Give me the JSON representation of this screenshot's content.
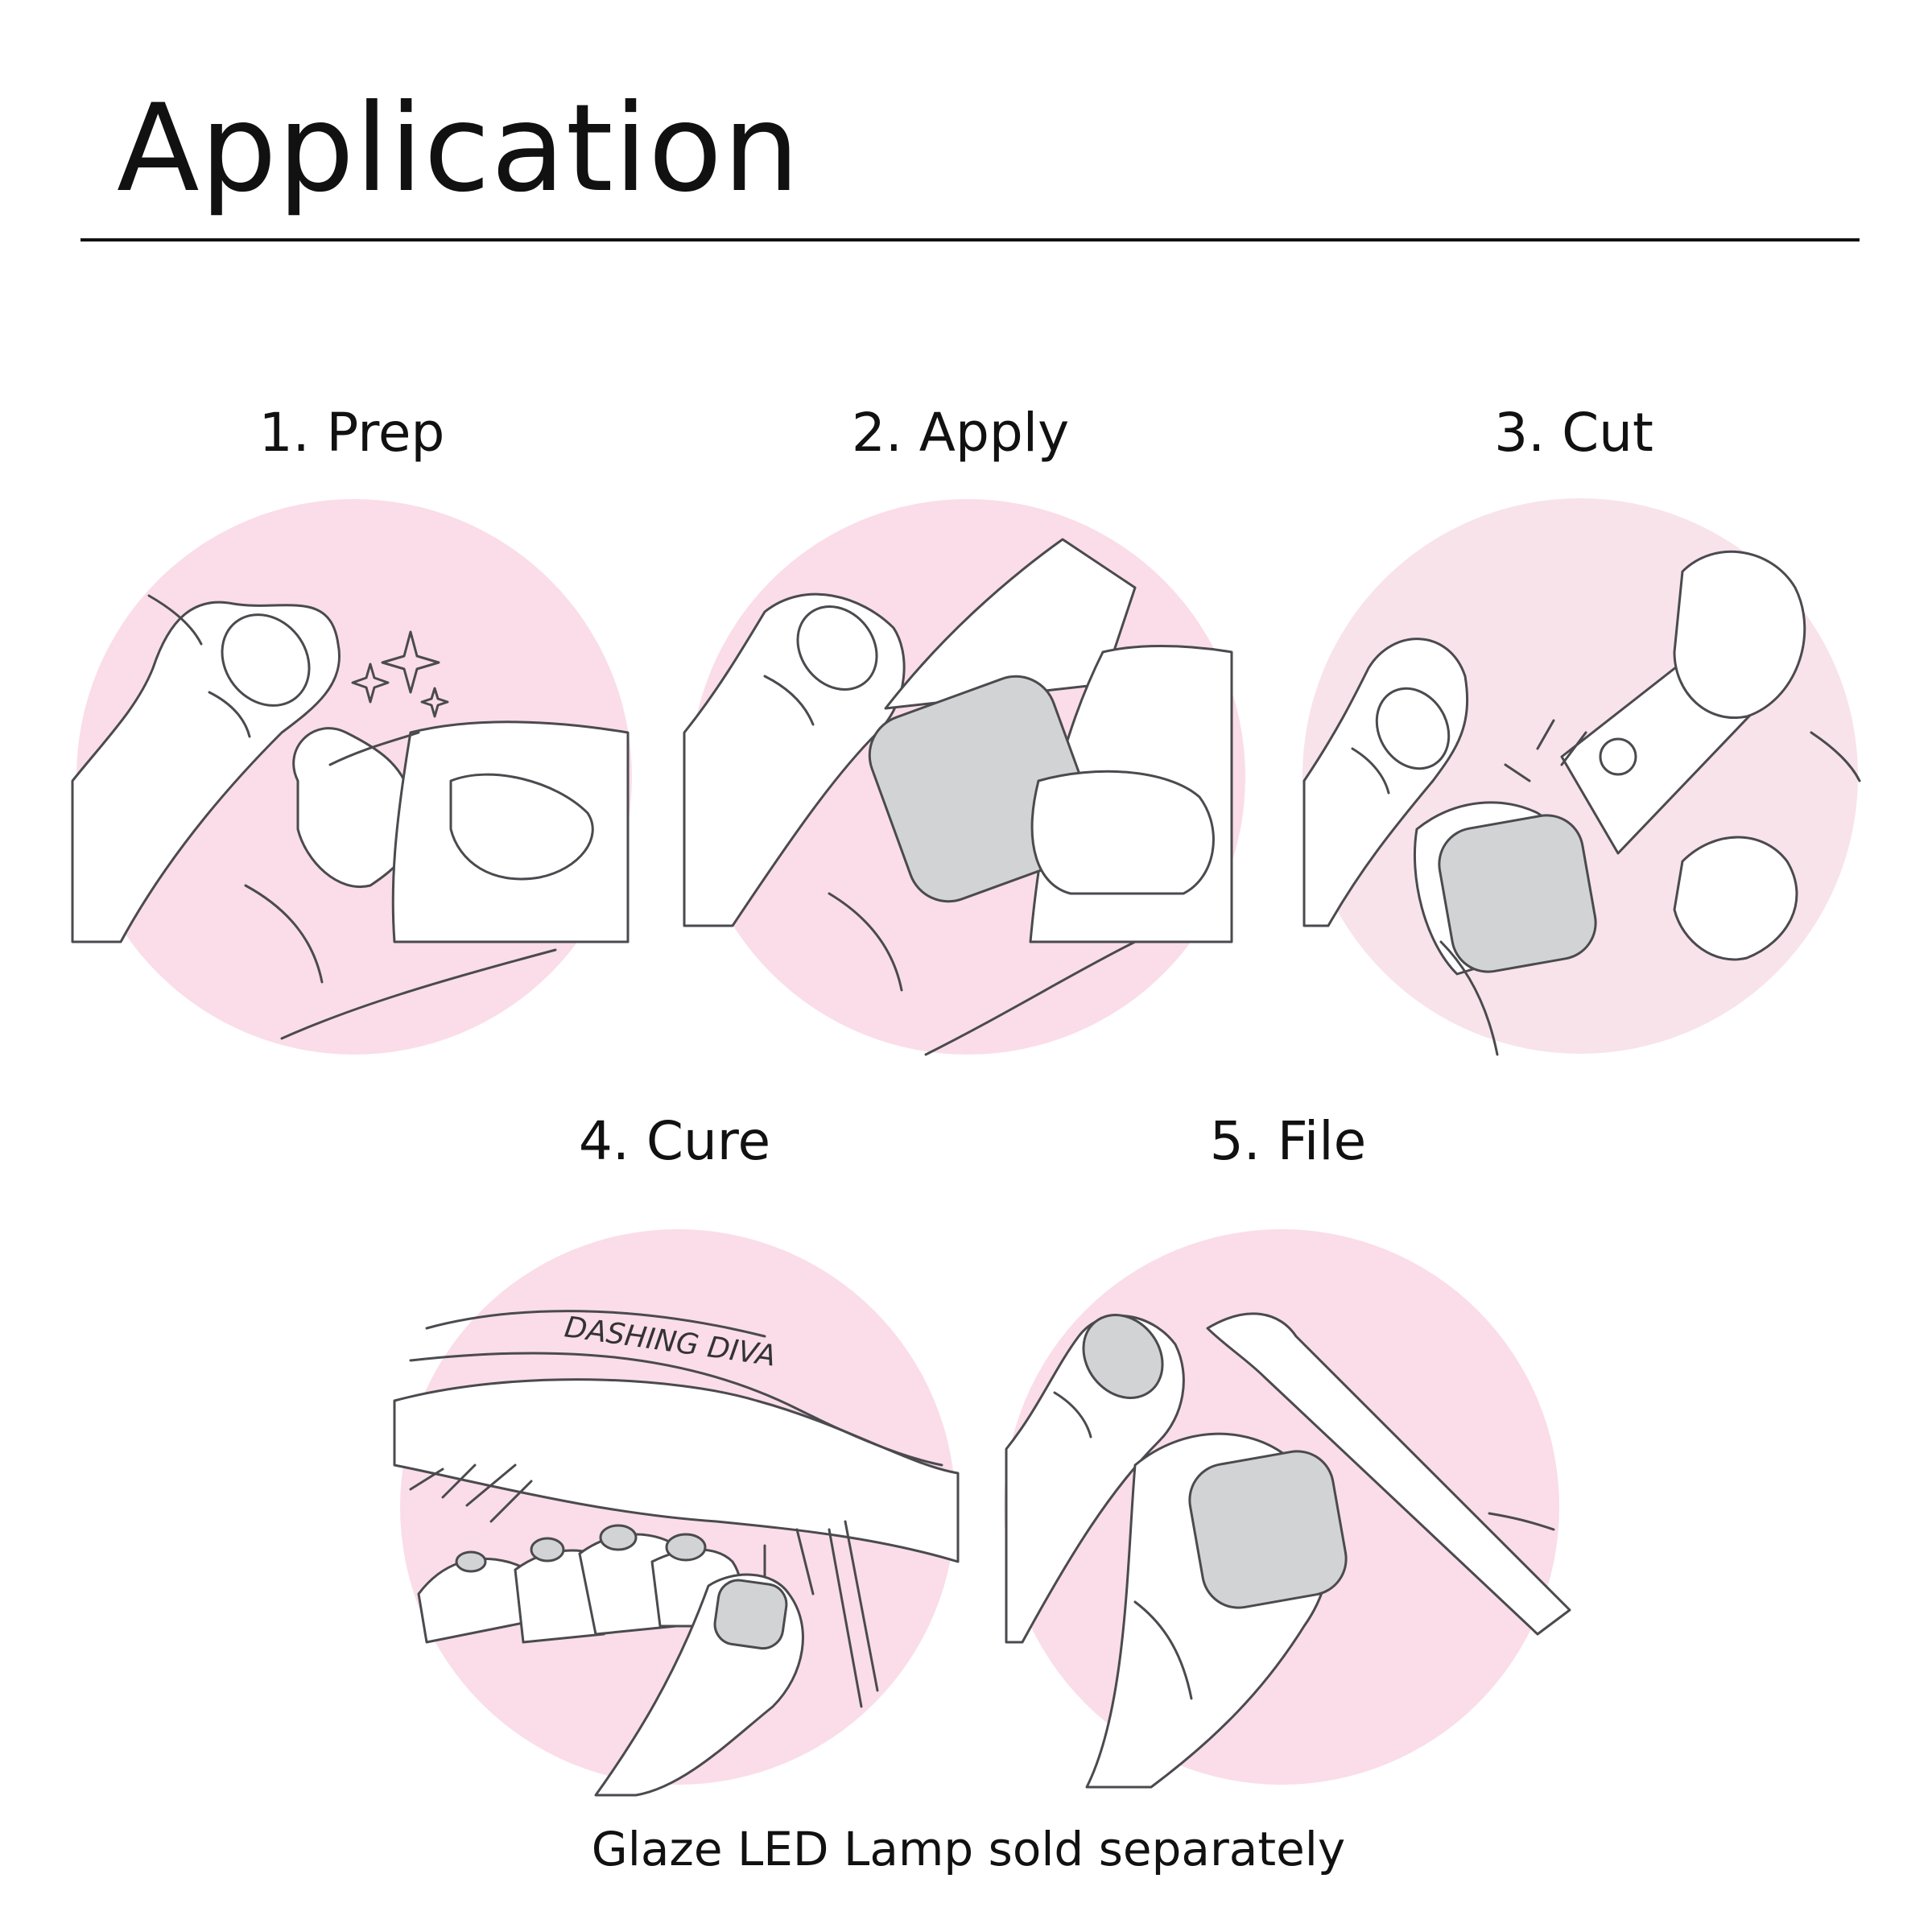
{
  "title": "Application",
  "colors": {
    "pink": "#fadde8",
    "pink_light": "#f8e3ea",
    "nail_grey": "#d2d3d5",
    "outline": "#4a4a4f",
    "text": "#111111"
  },
  "steps": [
    {
      "label": "1. Prep",
      "icon": "prep-hand-icon"
    },
    {
      "label": "2. Apply",
      "icon": "apply-strip-icon"
    },
    {
      "label": "3. Cut",
      "icon": "clipper-icon"
    },
    {
      "label": "4. Cure",
      "icon": "led-lamp-icon"
    },
    {
      "label": "5. File",
      "icon": "nail-file-icon"
    }
  ],
  "lamp_brand": "DASHING DIVA",
  "footer": "Glaze LED Lamp sold separately"
}
